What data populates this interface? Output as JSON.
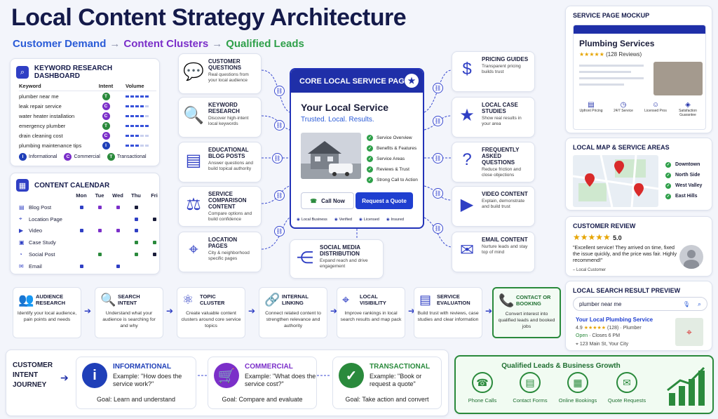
{
  "title": "Local Content Strategy Architecture",
  "subtitle": {
    "a": "Customer Demand",
    "b": "Content Clusters",
    "c": "Qualified Leads",
    "arrow": "→"
  },
  "keyword_dashboard": {
    "title": "Keyword Research Dashboard",
    "headers": [
      "Keyword",
      "Intent",
      "Volume"
    ],
    "rows": [
      {
        "keyword": "plumber near me",
        "intent": "T",
        "vol": 5
      },
      {
        "keyword": "leak repair service",
        "intent": "C",
        "vol": 4
      },
      {
        "keyword": "water heater installation",
        "intent": "C",
        "vol": 4
      },
      {
        "keyword": "emergency plumber",
        "intent": "T",
        "vol": 5
      },
      {
        "keyword": "drain cleaning cost",
        "intent": "C",
        "vol": 3
      },
      {
        "keyword": "plumbing maintenance tips",
        "intent": "I",
        "vol": 3
      }
    ],
    "legend": [
      {
        "letter": "I",
        "label": "Informational"
      },
      {
        "letter": "C",
        "label": "Commercial"
      },
      {
        "letter": "T",
        "label": "Transactional"
      }
    ]
  },
  "calendar": {
    "title": "Content Calendar",
    "days": [
      "Mon",
      "Tue",
      "Wed",
      "Thu",
      "Fri"
    ],
    "rows": [
      {
        "label": "Blog Post",
        "icon": "▤",
        "marks": [
          "blue",
          "purple",
          "purple",
          "black",
          ""
        ]
      },
      {
        "label": "Location Page",
        "icon": "⌖",
        "marks": [
          "",
          "",
          "",
          "blue",
          "black"
        ]
      },
      {
        "label": "Video",
        "icon": "▶",
        "marks": [
          "blue",
          "purple",
          "purple",
          "blue",
          ""
        ]
      },
      {
        "label": "Case Study",
        "icon": "▣",
        "marks": [
          "",
          "",
          "",
          "green",
          "green"
        ]
      },
      {
        "label": "Social Post",
        "icon": "◔",
        "marks": [
          "",
          "green",
          "",
          "green",
          "black"
        ]
      },
      {
        "label": "Email",
        "icon": "✉",
        "marks": [
          "blue",
          "",
          "blue",
          "",
          ""
        ]
      }
    ]
  },
  "left_nodes": [
    {
      "title": "Customer Questions",
      "desc": "Real questions from your local audience",
      "icon": "💬"
    },
    {
      "title": "Keyword Research",
      "desc": "Discover high-intent local keywords",
      "icon": "🔍"
    },
    {
      "title": "Educational Blog Posts",
      "desc": "Answer questions and build topical authority",
      "icon": "▤"
    },
    {
      "title": "Service Comparison Content",
      "desc": "Compare options and build confidence",
      "icon": "⚖"
    },
    {
      "title": "Location Pages",
      "desc": "City & neighborhood specific pages",
      "icon": "⌖"
    }
  ],
  "right_nodes": [
    {
      "title": "Pricing Guides",
      "desc": "Transparent pricing builds trust",
      "icon": "$"
    },
    {
      "title": "Local Case Studies",
      "desc": "Show real results in your area",
      "icon": "★"
    },
    {
      "title": "Frequently Asked Questions",
      "desc": "Reduce friction and close objections",
      "icon": "?"
    },
    {
      "title": "Video Content",
      "desc": "Explain, demonstrate and build trust",
      "icon": "▶"
    },
    {
      "title": "Email Content",
      "desc": "Nurture leads and stay top of mind",
      "icon": "✉"
    }
  ],
  "social": {
    "title": "Social Media Distribution",
    "desc": "Expand reach and drive engagement"
  },
  "core": {
    "header": "Core Local Service Page",
    "title": "Your Local Service",
    "tagline": "Trusted. Local. Results.",
    "checks": [
      "Service Overview",
      "Benefits & Features",
      "Service Areas",
      "Reviews & Trust",
      "Strong Call to Action"
    ],
    "call": "Call Now",
    "quote": "Request a Quote",
    "badges": [
      "Local Business",
      "Verified",
      "Licensed",
      "Insured"
    ]
  },
  "flow": [
    {
      "title": "Audience Research",
      "desc": "Identify your local audience, pain points and needs",
      "icon": "👥"
    },
    {
      "title": "Search Intent",
      "desc": "Understand what your audience is searching for and why",
      "icon": "🔍"
    },
    {
      "title": "Topic Cluster",
      "desc": "Create valuable content clusters around core service topics",
      "icon": "⚛"
    },
    {
      "title": "Internal Linking",
      "desc": "Connect related content to strengthen relevance and authority",
      "icon": "🔗"
    },
    {
      "title": "Local Visibility",
      "desc": "Improve rankings in local search results and map pack",
      "icon": "⌖"
    },
    {
      "title": "Service Evaluation",
      "desc": "Build trust with reviews, case studies and clear information",
      "icon": "▤"
    },
    {
      "title": "Contact or Booking",
      "desc": "Convert interest into qualified leads and booked jobs",
      "icon": "📞"
    }
  ],
  "journey": {
    "label": "Customer Intent Journey",
    "cards": [
      {
        "title": "INFORMATIONAL",
        "example": "Example: \"How does the service work?\"",
        "goal": "Goal: Learn and understand",
        "icon": "i",
        "color": "#1f3fb8"
      },
      {
        "title": "COMMERCIAL",
        "example": "Example: \"What does the service cost?\"",
        "goal": "Goal: Compare and evaluate",
        "icon": "🛒",
        "color": "#7b2fc9"
      },
      {
        "title": "TRANSACTIONAL",
        "example": "Example: \"Book or request a quote\"",
        "goal": "Goal: Take action and convert",
        "icon": "✓",
        "color": "#2a8a3c"
      }
    ]
  },
  "mockup": {
    "label": "Service Page Mockup",
    "title": "Plumbing Services",
    "stars": "★★★★★",
    "reviews": "(128 Reviews)",
    "features": [
      "Upfront Pricing",
      "24/7 Service",
      "Licensed Pros",
      "Satisfaction Guarantee"
    ]
  },
  "map": {
    "label": "Local Map & Service Areas",
    "areas": [
      "Downtown",
      "North Side",
      "West Valley",
      "East Hills"
    ]
  },
  "review": {
    "label": "Customer Review",
    "stars": "★★★★★",
    "score": "5.0",
    "text": "\"Excellent service! They arrived on time, fixed the issue quickly, and the price was fair. Highly recommend!\"",
    "author": "– Local Customer"
  },
  "search": {
    "label": "Local Search Result Preview",
    "query": "plumber near me",
    "result_title": "Your Local Plumbing Service",
    "rating": "4.9",
    "stars": "★★★★★",
    "count": "(128) · Plumber",
    "open": "Open",
    "hours": " · Closes 6 PM",
    "address": "⌖ 123 Main St, Your City"
  },
  "leads": {
    "title": "Qualified Leads & Business Growth",
    "items": [
      {
        "label": "Phone Calls",
        "icon": "☎"
      },
      {
        "label": "Contact Forms",
        "icon": "▤"
      },
      {
        "label": "Online Bookings",
        "icon": "▦"
      },
      {
        "label": "Quote Requests",
        "icon": "✉"
      }
    ]
  }
}
